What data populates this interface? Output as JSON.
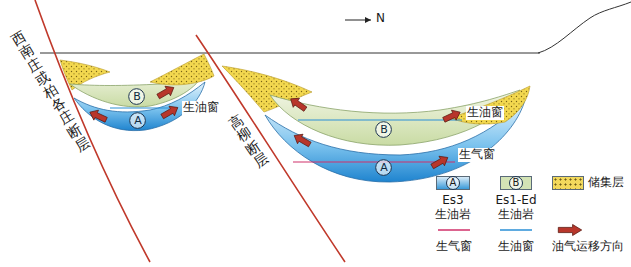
{
  "diagram": {
    "nodes": [
      {
        "text": [
          "B"
        ]
      },
      {
        "text": [
          "A"
        ]
      },
      {
        "text": [
          "B"
        ]
      },
      {
        "text": [
          "A"
        ]
      }
    ],
    "labels": [
      "西南庄或柏各庄断层",
      "高柳断层",
      "N",
      "生油窗",
      "生油窗",
      "生气窗",
      "A",
      "B"
    ],
    "legend": [
      {
        "text": "Es3 生油岩",
        "color": "#3a9ad9"
      },
      {
        "text": "Es1-Ed 生油岩",
        "color": "#d3e3b5"
      },
      {
        "text": "储集层",
        "color": "#f2d95c"
      },
      {
        "text": "生气窗"
      },
      {
        "text": "生油窗"
      },
      {
        "text": "油气运移方向"
      }
    ]
  }
}
